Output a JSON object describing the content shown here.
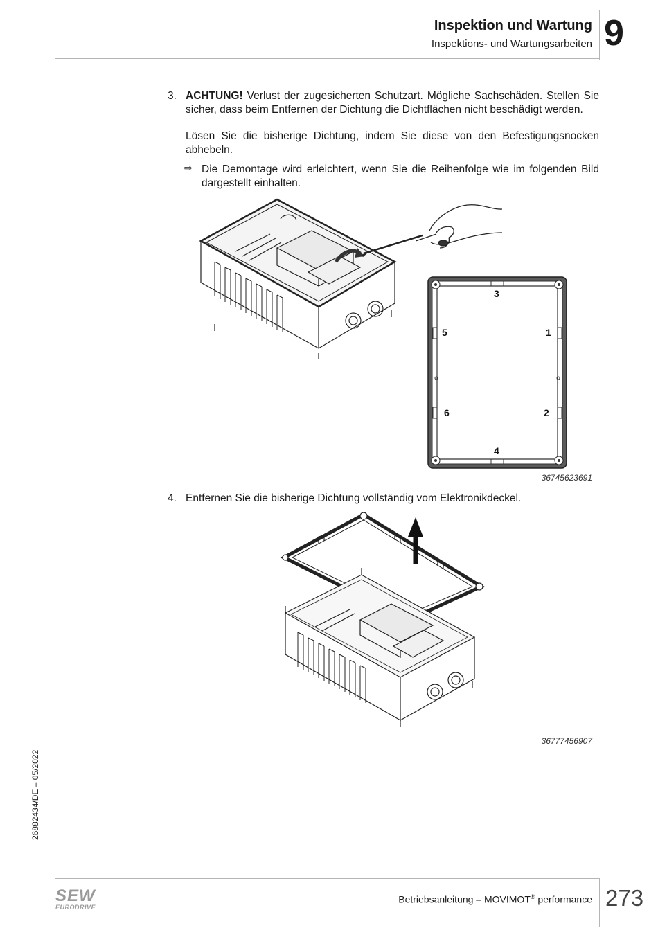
{
  "header": {
    "title": "Inspektion und Wartung",
    "subtitle": "Inspektions- und Wartungsarbeiten",
    "chapter": "9"
  },
  "step3": {
    "number": "3.",
    "warning_label": "ACHTUNG!",
    "warning_text": " Verlust der zugesicherten Schutzart. Mögliche Sachschäden. Stellen Sie sicher, dass beim Entfernen der Dichtung die Dichtflächen nicht beschädigt werden.",
    "instruction": "Lösen Sie die bisherige Dichtung, indem Sie diese von den Befestigungsnocken abhebeln.",
    "result_icon": "⇨",
    "result_text": "Die Demontage wird erleichtert, wenn Sie die Reihenfolge wie im folgenden Bild dargestellt einhalten."
  },
  "figure1": {
    "id": "36745623691",
    "callouts": [
      "3",
      "5",
      "1",
      "6",
      "2",
      "4"
    ]
  },
  "step4": {
    "number": "4.",
    "text": "Entfernen Sie die bisherige Dichtung vollständig vom Elektronikdeckel."
  },
  "figure2": {
    "id": "36777456907"
  },
  "side_note": "26882434/DE – 05/2022",
  "footer": {
    "logo_top": "SEW",
    "logo_bottom": "EURODRIVE",
    "doc_title": "Betriebsanleitung – MOVIMOT",
    "doc_reg": "®",
    "doc_suffix": " performance",
    "page_number": "273"
  }
}
